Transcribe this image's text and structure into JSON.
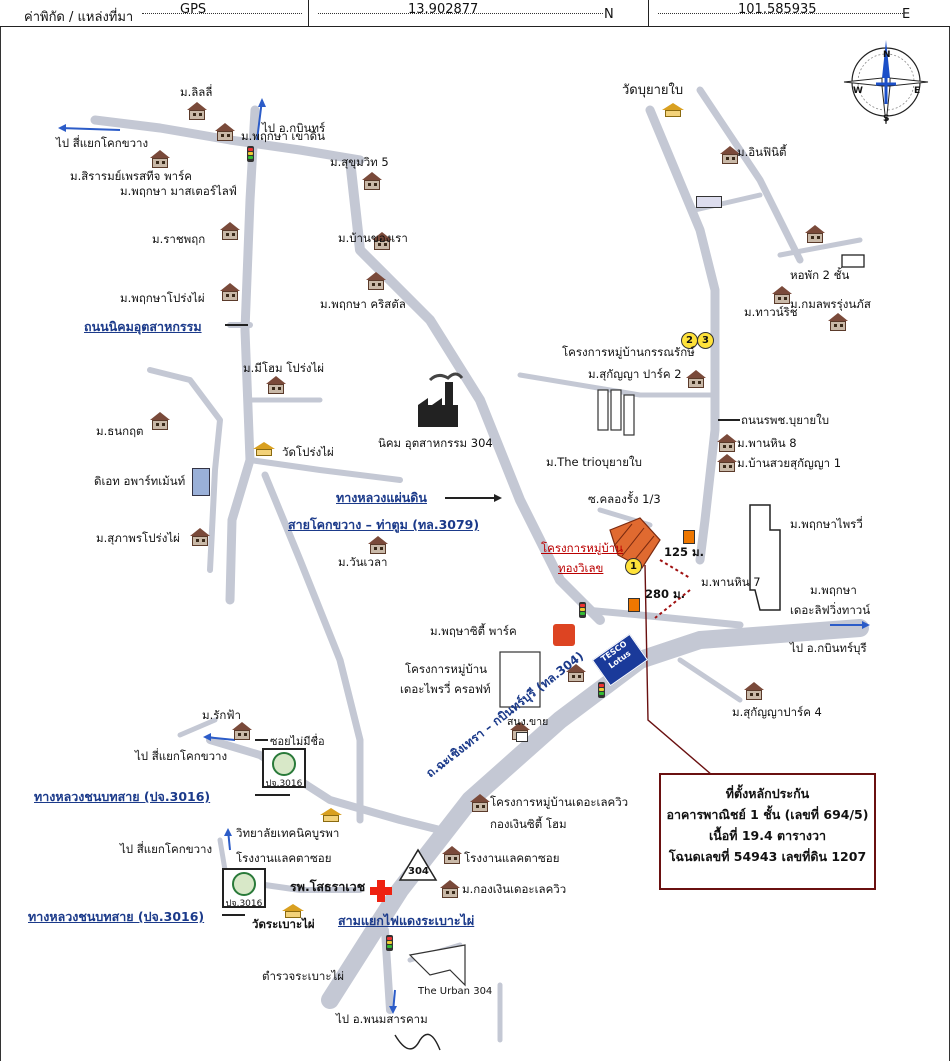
{
  "header": {
    "coord_label": "ค่าพิกัด / แหล่งที่มา",
    "source": "GPS",
    "latitude": "13.902877",
    "lat_dir": "N",
    "longitude": "101.585935",
    "lon_dir": "E"
  },
  "compass": {
    "n": "N",
    "s": "S",
    "e": "E",
    "w": "W"
  },
  "labels": {
    "m_lilly": "ม.ลิลลี่",
    "to_ampho_kabinburi_top": "ไป อ.กบินทร์",
    "to_sam_yaek_top": "ไป สี่แยกโคกขวาง",
    "m_pruksa_khaodin": "ม.พฤกษา เขาดิน",
    "m_sukhumvit5": "ม.สุขุมวิท 5",
    "m_siraram": "ม.สิรารมย์เพรสทีจ พาร์ค",
    "m_pruksa_master": "ม.พฤกษา มาสเตอร์ไลฟ์",
    "m_rachapruek": "ม.ราชพฤก",
    "m_baan_khong_rao": "ม.บ้านของเรา",
    "m_pruksa_prongpai": "ม.พฤกษาโปร่งไผ่",
    "m_pruksa_crystal": "ม.พฤกษา คริสตัล",
    "road_nikhom": "ถนนนิคมอุตสาหกรรม",
    "m_mihome": "ม.มีโฮม โปร่งไผ่",
    "m_thanakrit": "ม.ธนกฤต",
    "wat_prongpai": "วัดโปร่งไผ่",
    "dio_apartment": "ดิเอท อพาร์ทเม้นท์",
    "m_supaporn": "ม.สุภาพรโปร่งไผ่",
    "nikhom_304": "นิคม อุตสาหกรรม 304",
    "highway_label": "ทางหลวงแผ่นดิน",
    "highway_route": "สายโคกขวาง – ท่าตูม (ทล.3079)",
    "m_wanwela": "ม.วันเวลา",
    "wat_buyaibai": "วัดบุยายใบ",
    "m_infinity": "ม.อินฟินิตี้",
    "dorm_2": "หอพัก 2 ชั้น",
    "m_kamon": "ม.กมลพรรุ่งนภัส",
    "m_townrich": "ม.ทาวน์ริช",
    "proj_kannarak": "โครงการหมู่บ้านกรรณรักษ์",
    "m_sukanya_park2": "ม.สุกัญญา ปาร์ค 2",
    "road_hospital": "ถนนรพช.บุยายใบ",
    "m_pharnhin8": "ม.พานหิน 8",
    "m_baansuay": "ม.บ้านสวยสุกัญญา 1",
    "m_thetrio": "ม.The trioบุยายใบ",
    "soi_khlong": "ซ.คลองรั้ง 1/3",
    "proj_thongwilai": "โครงการหมู่บ้าน",
    "proj_thongwilai2": "ทองวิเลข",
    "dist_125": "125 ม.",
    "dist_280": "280 ม.",
    "m_pharnhin7": "ม.พานหิน 7",
    "m_pruksa_villa": "ม.พฤกษาไพรวี่",
    "m_pruksa2": "ม.พฤกษา",
    "m_pruksa_delight": "เดอะลิฟวิ่งทาวน์",
    "to_kabinburi": "ไป อ.กบินทร์บุรี",
    "m_pruksa_city": "ม.พฤษาซิตี้ พาร์ค",
    "proj_the_villa": "โครงการหมู่บ้าน",
    "proj_the_villa2": "เดอะไพรวี่ ครอฟท์",
    "tesco_label": "TESCO Lotus",
    "m_sukanya_park4": "ม.สุกัญญาปาร์ค 4",
    "sanong_khai": "สนง.ขาย",
    "route_304": "ถ.ฉะเชิงเทรา – กบินทร์บุรี (ทล.304)",
    "m_rakfa": "ม.รักฟ้า",
    "soi_no_name": "ซอยไม่มีชื่อ",
    "to_sam_yaek_mid": "ไป สี่แยกโคกขวาง",
    "badge_3016": "ปจ.3016",
    "road_3016_a": "ทางหลวงชนบทสาย (ปจ.3016)",
    "college": "วิทยาลัยเทคนิคบูรพา",
    "factory_left": "โรงงานแลคตาซอย",
    "factory_right": "โรงงานแลคตาซอย",
    "proj_delakewood": "โครงการหมู่บ้านเดอะเลควิว",
    "kongngern_home": "กองเงินซิตี้ โฮม",
    "to_sam_yaek_low": "ไป สี่แยกโคกขวาง",
    "badge_3016_b": "ปจ.3016",
    "road_3016_b": "ทางหลวงชนบทสาย (ปจ.3016)",
    "hospital": "รพ.โสธราเวช",
    "shield_304": "304",
    "m_kongngern_lakewood": "ม.กองเงินเดอะเลควิว",
    "wat_rabaopai": "วัดระเบาะไผ่",
    "samyaek": "สามแยกไฟแดงระเบาะไผ่",
    "police": "ตำรวจระเบาะไผ่",
    "urban304": "The Urban 304",
    "to_phanom": "ไป อ.พนมสารคาม"
  },
  "infobox": {
    "line1": "ที่ตั้งหลักประกัน",
    "line2": "อาคารพาณิชย์ 1 ชั้น (เลขที่ 694/5)",
    "line3": "เนื้อที่ 19.4 ตารางวา",
    "line4": "โฉนดเลขที่ 54943 เลขที่ดิน 1207"
  },
  "markers": {
    "m1": "1",
    "m2": "2",
    "m3": "3"
  },
  "colors": {
    "road": "#c9ccd6",
    "road_edge": "#aeb2c0",
    "arrow": "#2c5cc8",
    "target": "#e06a30"
  }
}
